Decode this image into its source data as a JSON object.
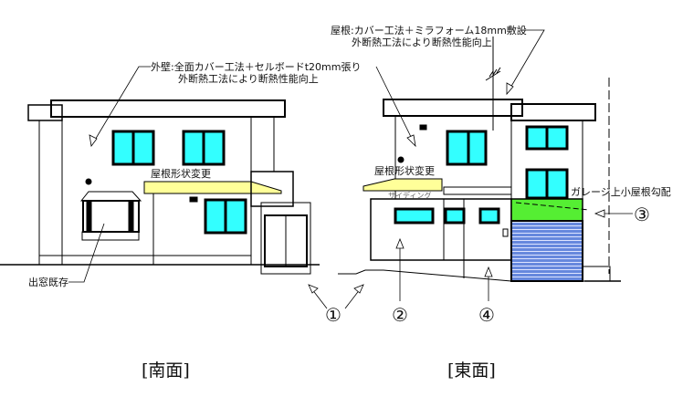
{
  "annotations": {
    "wall_line1": "外壁:全面カバー工法＋セルボードt20mm張り",
    "wall_line2": "外断熱工法により断熱性能向上",
    "roof_line1": "屋根:カバー工法＋ミラフォーム18mm敷設",
    "roof_line2": "外断熱工法により断熱性能向上",
    "south_roof_change": "屋根形状変更",
    "east_roof_change": "屋根形状変更",
    "bay_window": "出窓既存",
    "siding": "サイディング",
    "garage_roof": "ガレージ上小屋根勾配"
  },
  "markers": [
    "①",
    "②",
    "③",
    "④"
  ],
  "titles": {
    "south": "[南面]",
    "east": "[東面]"
  },
  "colors": {
    "glass": "#33ffff",
    "canopy": "#ffff99",
    "garage_roof": "#55ee33",
    "shutter": "#6688dd"
  }
}
